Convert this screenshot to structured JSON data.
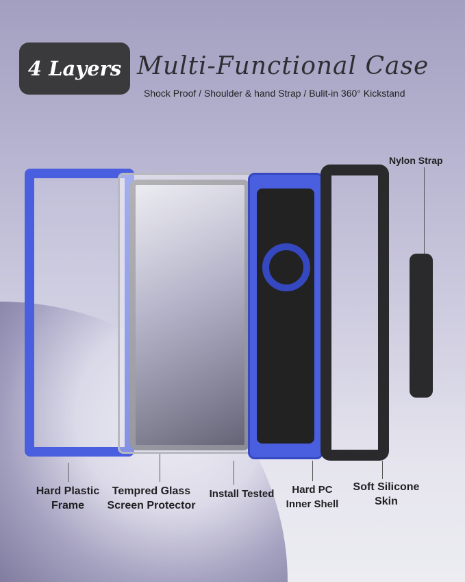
{
  "header": {
    "badge": "4 Layers",
    "title": "Multi-Functional Case",
    "subtitle": "Shock Proof / Shoulder & hand Strap / Bulit-in 360° Kickstand"
  },
  "labels": {
    "nylon_strap": "Nylon Strap",
    "frame_1": "Hard Plastic",
    "frame_2": "Frame",
    "glass_1": "Tempred Glass",
    "glass_2": "Screen Protector",
    "install": "Install Tested",
    "pc_1": "Hard PC",
    "pc_2": "Inner Shell",
    "skin_1": "Soft Silicone",
    "skin_2": "Skin"
  },
  "colors": {
    "accent": "#4a5fe0"
  }
}
